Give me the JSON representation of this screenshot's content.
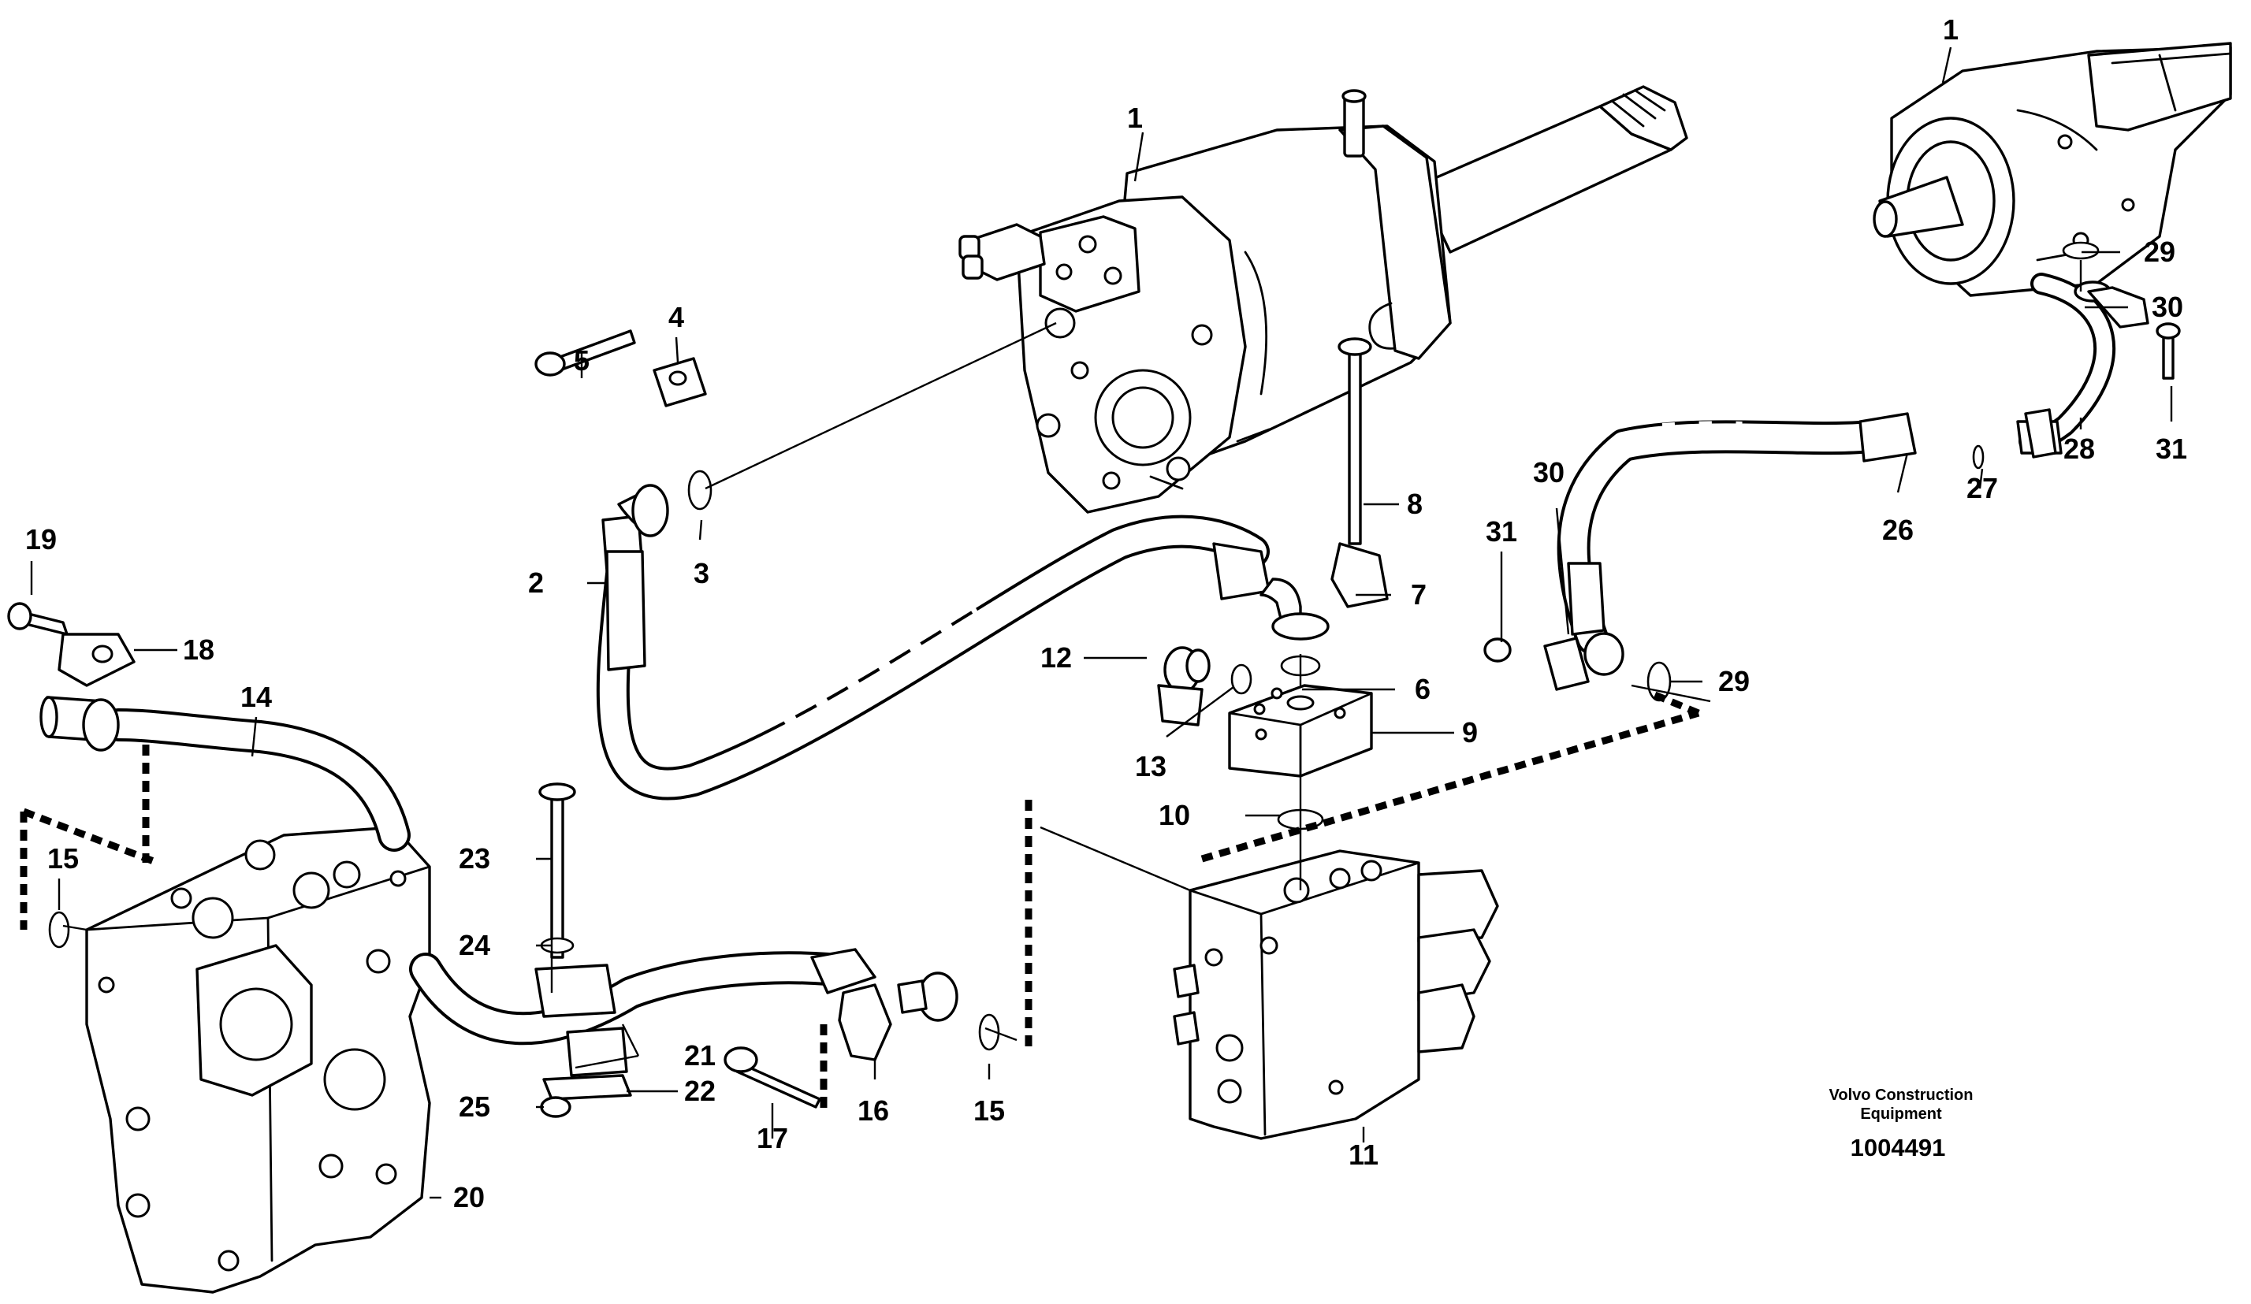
{
  "diagram": {
    "callouts": {
      "c1a": "1",
      "c1b": "1",
      "c2": "2",
      "c3": "3",
      "c4": "4",
      "c5": "5",
      "c6": "6",
      "c7": "7",
      "c8": "8",
      "c9": "9",
      "c10": "10",
      "c11": "11",
      "c12": "12",
      "c13": "13",
      "c14": "14",
      "c15a": "15",
      "c15b": "15",
      "c16": "16",
      "c17": "17",
      "c18": "18",
      "c19": "19",
      "c20": "20",
      "c21": "21",
      "c22": "22",
      "c23": "23",
      "c24": "24",
      "c25": "25",
      "c26": "26",
      "c27": "27",
      "c28": "28",
      "c29a": "29",
      "c29b": "29",
      "c30a": "30",
      "c30b": "30",
      "c31a": "31",
      "c31b": "31"
    },
    "brand_line1": "Volvo Construction",
    "brand_line2": "Equipment",
    "doc_number": "1004491"
  }
}
